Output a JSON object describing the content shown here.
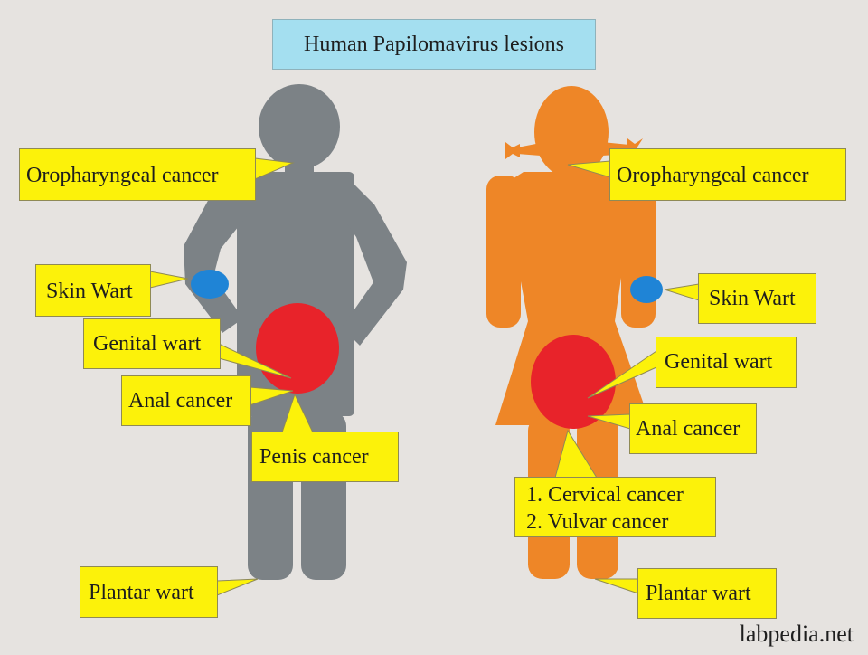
{
  "title": "Human Papilomavirus lesions",
  "watermark": "labpedia.net",
  "male_labels": {
    "oropharyngeal": "Oropharyngeal cancer",
    "skin_wart": "Skin Wart",
    "genital_wart": "Genital wart",
    "anal_cancer": "Anal cancer",
    "penis_cancer": "Penis  cancer",
    "plantar_wart": "Plantar wart"
  },
  "female_labels": {
    "oropharyngeal": "Oropharyngeal cancer",
    "skin_wart": "Skin Wart",
    "genital_wart": "Genital wart",
    "anal_cancer": "Anal cancer",
    "cervical": "1. Cervical cancer",
    "vulvar": "2. Vulvar cancer",
    "plantar_wart": "Plantar wart"
  },
  "colors": {
    "background": "#e6e3e0",
    "male_figure": "#7c8286",
    "female_figure": "#ee8627",
    "lesion": "#e8232a",
    "skin_wart": "#1f84d6",
    "label_box": "#fcf20a",
    "title_box": "#a4dff0"
  }
}
